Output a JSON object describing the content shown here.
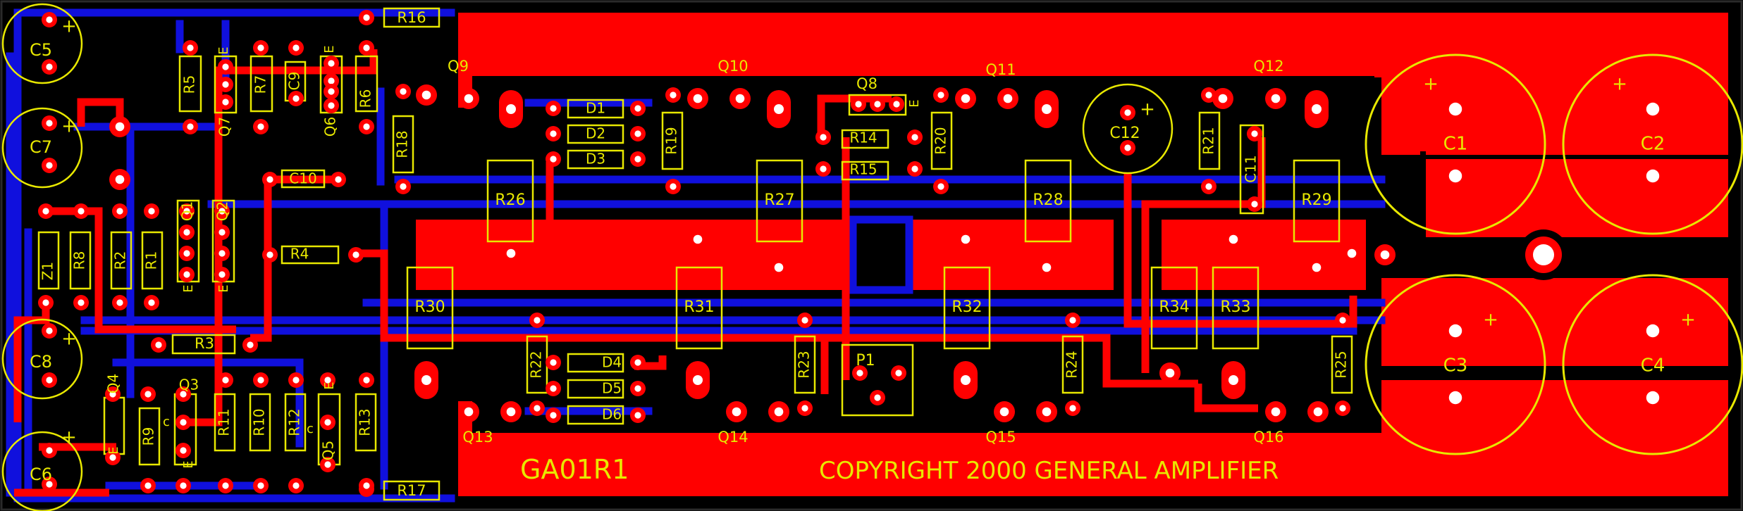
{
  "colors": {
    "background": "#000000",
    "copper_top": "#ff0000",
    "copper_bottom": "#1010dd",
    "silkscreen": "#e8e800",
    "pad": "#ffffff",
    "border": "#2a2a2a"
  },
  "board": {
    "id": "GA01R1",
    "copyright": "COPYRIGHT 2000 GENERAL AMPLIFIER"
  },
  "labels": {
    "resistors": [
      "R1",
      "R2",
      "R3",
      "R4",
      "R5",
      "R6",
      "R7",
      "R8",
      "R9",
      "R10",
      "R11",
      "R12",
      "R13",
      "R14",
      "R15",
      "R16",
      "R17",
      "R18",
      "R19",
      "R20",
      "R21",
      "R22",
      "R23",
      "R24",
      "R25",
      "R26",
      "R27",
      "R28",
      "R29",
      "R30",
      "R31",
      "R32",
      "R33",
      "R34"
    ],
    "capacitors": [
      "C1",
      "C2",
      "C3",
      "C4",
      "C5",
      "C6",
      "C7",
      "C8",
      "C9",
      "C10",
      "C11",
      "C12"
    ],
    "transistors": [
      "Q1",
      "Q2",
      "Q3",
      "Q4",
      "Q5",
      "Q6",
      "Q7",
      "Q8",
      "Q9",
      "Q10",
      "Q11",
      "Q12",
      "Q13",
      "Q14",
      "Q15",
      "Q16"
    ],
    "diodes": [
      "D1",
      "D2",
      "D3",
      "D4",
      "D5",
      "D6"
    ],
    "zener": "Z1",
    "pot": "P1",
    "pin_e": "E",
    "pin_c": "c",
    "polarity": "+"
  }
}
